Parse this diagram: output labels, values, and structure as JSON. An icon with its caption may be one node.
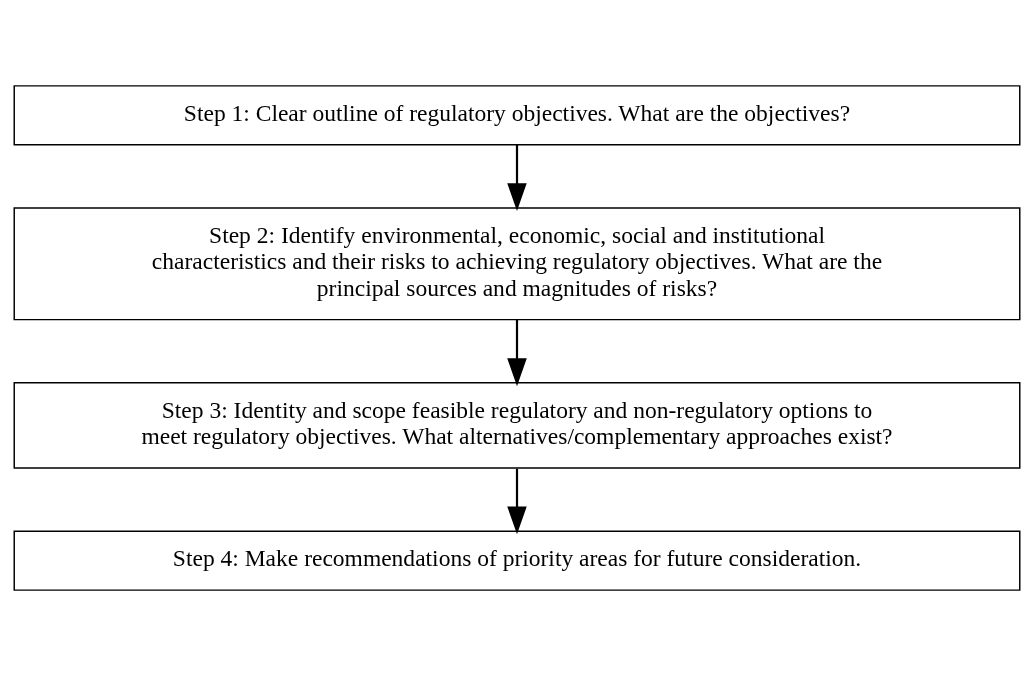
{
  "diagram": {
    "nodes": [
      {
        "text": [
          "Step 1: Clear outline of regulatory objectives. What are the objectives?"
        ]
      },
      {
        "text": [
          "Step 2: Identify environmental, economic, social and institutional characteristics and their risks to achieving regulatory objectives. What are the principal sources and magnitudes of risks?"
        ]
      },
      {
        "text": [
          "Step 3: Identity and scope feasible regulatory and non-regulatory options to meet regulatory objectives. What alternatives/complementary approaches exist?"
        ]
      },
      {
        "text": [
          "Step 4: Make recommendations of priority areas for future consideration."
        ]
      }
    ],
    "edges": [
      {
        "from": 0,
        "to": 1,
        "arrow": "to"
      },
      {
        "from": 1,
        "to": 2,
        "arrow": "to"
      },
      {
        "from": 2,
        "to": 3,
        "arrow": "to"
      }
    ]
  }
}
